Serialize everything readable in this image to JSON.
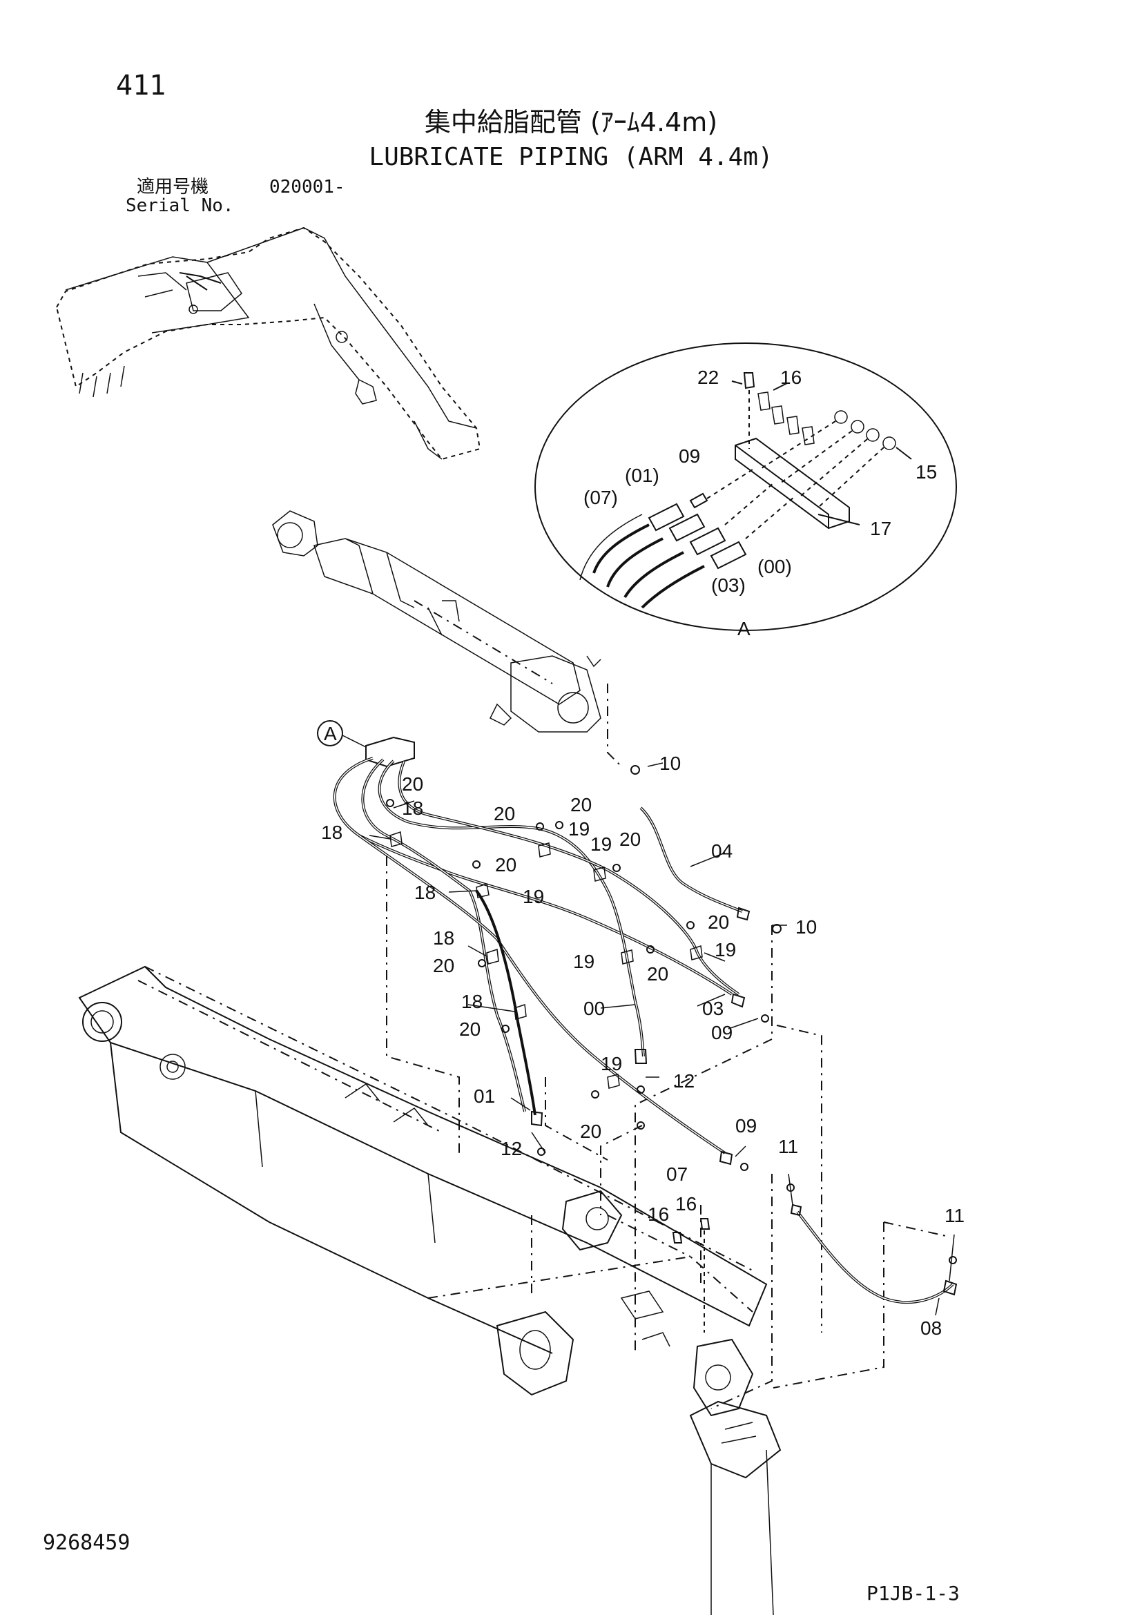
{
  "page_number": "411",
  "title_ja": "集中給脂配管 (ｱｰﾑ4.4m)",
  "title_en": "LUBRICATE PIPING (ARM 4.4m)",
  "serial": {
    "label_ja": "適用号機",
    "value": "020001-",
    "label_en": "Serial No."
  },
  "detail_ref": "A",
  "callouts_detail": [
    "22",
    "16",
    "09",
    "(01)",
    "(07)",
    "15",
    "17",
    "(00)",
    "(03)"
  ],
  "callouts_main": [
    "10",
    "20",
    "18",
    "20",
    "20",
    "19",
    "18",
    "20",
    "19",
    "19",
    "20",
    "04",
    "18",
    "19",
    "10",
    "20",
    "18",
    "20",
    "19",
    "20",
    "18",
    "00",
    "03",
    "20",
    "09",
    "19",
    "12",
    "01",
    "20",
    "12",
    "09",
    "07",
    "11",
    "16",
    "16",
    "11",
    "08"
  ],
  "drawing_number": "9268459",
  "sheet_code": "P1JB-1-3"
}
